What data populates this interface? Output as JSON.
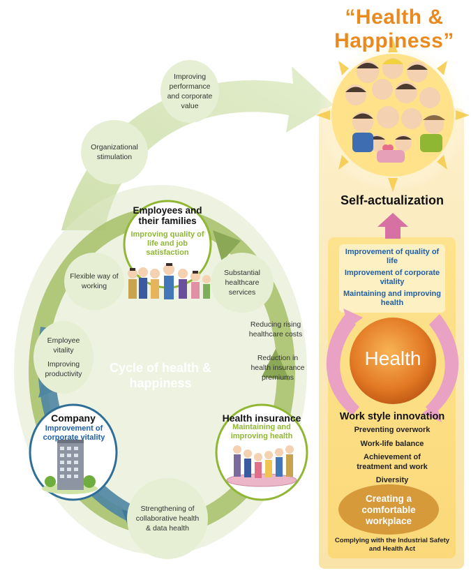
{
  "title_line1": "“Health &",
  "title_line2": "Happiness”",
  "self_actualization": "Self-actualization",
  "benefits": [
    "Improvement of quality of life",
    "Improvement of corporate vitality",
    "Maintaining and improving health"
  ],
  "health_label": "Health",
  "work_style": {
    "heading": "Work style innovation",
    "items": [
      "Preventing overwork",
      "Work-life balance",
      "Achievement of treatment and work",
      "Diversity"
    ],
    "workplace": "Creating a comfortable workplace",
    "compliance": "Complying with the Industrial Safety and Health Act"
  },
  "cycle": {
    "center_label": "Cycle of health & happiness",
    "employees": {
      "title": "Employees and their families",
      "sub": "Improving quality of life and job satisfaction"
    },
    "company": {
      "title": "Company",
      "sub": "Improvement of corporate vitality"
    },
    "insurance": {
      "title": "Health insurance",
      "sub": "Maintaining and improving health"
    },
    "circles": {
      "flexible": "Flexible way of working",
      "healthcare": "Substantial healthcare services",
      "vitality": "Employee vitality",
      "productivity": "Improving productivity",
      "costs": "Reducing rising healthcare costs",
      "premiums": "Reduction in health insurance premiums",
      "collab": "Strengthening of collaborative health & data health",
      "org": "Organizational stimulation",
      "perf": "Improving performance and corporate value"
    }
  },
  "colors": {
    "orange": "#ea8a1e",
    "green": "#8fb733",
    "blue": "#1e5fa8",
    "cream": "#fbecc5",
    "health": "#e07622"
  }
}
